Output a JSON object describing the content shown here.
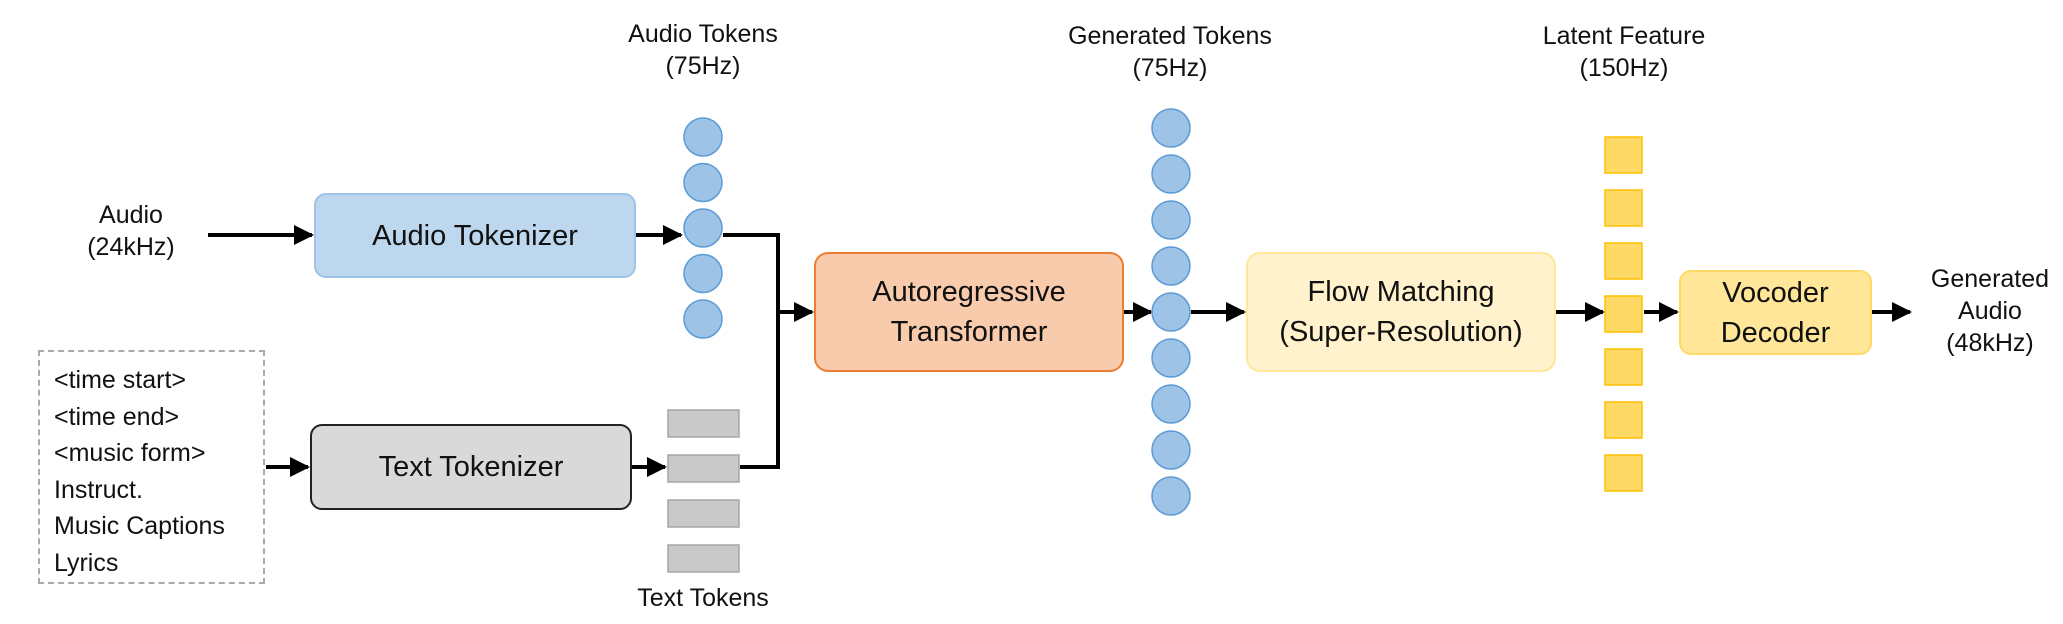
{
  "labels": {
    "audio_input": [
      "Audio",
      "(24kHz)"
    ],
    "audio_tokens": [
      "Audio Tokens",
      "(75Hz)"
    ],
    "generated_tokens": [
      "Generated Tokens",
      "(75Hz)"
    ],
    "latent_feature": [
      "Latent Feature",
      "(150Hz)"
    ],
    "generated_audio": [
      "Generated",
      "Audio",
      "(48kHz)"
    ],
    "text_tokens": "Text Tokens"
  },
  "boxes": {
    "audio_tokenizer": [
      "Audio Tokenizer"
    ],
    "text_tokenizer": [
      "Text Tokenizer"
    ],
    "ar_transformer": [
      "Autoregressive",
      "Transformer"
    ],
    "flow_matching": [
      "Flow Matching",
      "(Super-Resolution)"
    ],
    "vocoder": [
      "Vocoder",
      "Decoder"
    ]
  },
  "conditions": [
    "<time start>",
    "<time end>",
    "<music form>",
    "Instruct.",
    "Music Captions",
    "Lyrics"
  ],
  "token_counts": {
    "audio_tokens": 5,
    "text_tokens": 4,
    "generated_tokens": 9,
    "latent_feature": 7
  },
  "colors": {
    "audio_token_fill": "#9dc3e6",
    "audio_token_stroke": "#5b9bd5",
    "text_token_fill": "#c9c9c9",
    "text_token_stroke": "#a6a6a6",
    "latent_fill": "#ffd966",
    "latent_stroke": "#ffc000",
    "arrow": "#000000"
  }
}
